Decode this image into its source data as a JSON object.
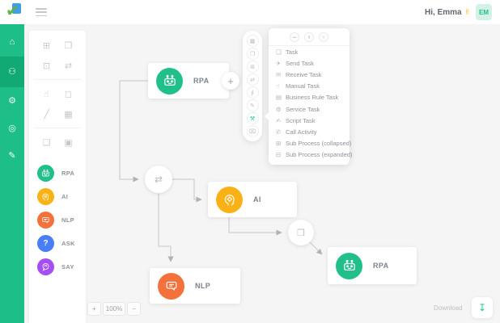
{
  "topbar": {
    "greeting": "Hi, Emma",
    "wave_icon": "✌",
    "avatar_initials": "EM",
    "logo_check": "✔"
  },
  "rail": {
    "items": [
      {
        "name": "home-icon",
        "glyph": "⌂",
        "active": false
      },
      {
        "name": "bot-icon",
        "glyph": "⚇",
        "active": true
      },
      {
        "name": "settings-icon",
        "glyph": "⚙",
        "active": false
      },
      {
        "name": "search-doc-icon",
        "glyph": "◎",
        "active": false
      },
      {
        "name": "pen-icon",
        "glyph": "✎",
        "active": false
      }
    ]
  },
  "palette": {
    "tools": [
      {
        "name": "create-shape-icon",
        "glyph": "⊞"
      },
      {
        "name": "copy-shape-icon",
        "glyph": "❐"
      },
      {
        "name": "append-shape-icon",
        "glyph": "⊡"
      },
      {
        "name": "branch-icon",
        "glyph": "⇄"
      },
      {
        "name": "hand-tool-icon",
        "glyph": "☝"
      },
      {
        "name": "lasso-tool-icon",
        "glyph": "◻"
      },
      {
        "name": "line-tool-icon",
        "glyph": "╱"
      },
      {
        "name": "group-tool-icon",
        "glyph": "▦"
      },
      {
        "name": "new-file-icon",
        "glyph": "❏"
      },
      {
        "name": "snapshot-icon",
        "glyph": "▣"
      }
    ],
    "nodes": [
      {
        "label": "RPA",
        "color": "#21c08b"
      },
      {
        "label": "AI",
        "color": "#f9b115"
      },
      {
        "label": "NLP",
        "color": "#f4713b"
      },
      {
        "label": "ASK",
        "color": "#4a7df8",
        "glyph": "?"
      },
      {
        "label": "SAY",
        "color": "#a54ef2"
      }
    ]
  },
  "canvas": {
    "plus_button": "+",
    "gateway_icon": "⇄",
    "copy_icon": "❐",
    "nodes": {
      "rpa1": {
        "label": "RPA"
      },
      "ai": {
        "label": "AI"
      },
      "nlp": {
        "label": "NLP"
      },
      "rpa2": {
        "label": "RPA"
      }
    }
  },
  "toolbar": {
    "items": [
      {
        "name": "screen-icon",
        "glyph": "▦"
      },
      {
        "name": "copy-icon",
        "glyph": "❐"
      },
      {
        "name": "add-element-icon",
        "glyph": "⊞"
      },
      {
        "name": "connect-icon",
        "glyph": "⇄"
      },
      {
        "name": "attach-icon",
        "glyph": "∮"
      },
      {
        "name": "edit-icon",
        "glyph": "✎"
      },
      {
        "name": "wrench-icon",
        "glyph": "⚒",
        "active": true
      },
      {
        "name": "delete-icon",
        "glyph": "⌧"
      }
    ]
  },
  "context_menu": {
    "header_buttons": [
      {
        "name": "option-circle-1",
        "glyph": "▬"
      },
      {
        "name": "option-circle-2",
        "glyph": "▮"
      },
      {
        "name": "option-circle-3",
        "glyph": "◎"
      }
    ],
    "items": [
      {
        "label": "Task",
        "glyph": "❏"
      },
      {
        "label": "Send Task",
        "glyph": "✈"
      },
      {
        "label": "Receive Task",
        "glyph": "✉"
      },
      {
        "label": "Manual Task",
        "glyph": "☝"
      },
      {
        "label": "Business Rule Task",
        "glyph": "▤"
      },
      {
        "label": "Service Task",
        "glyph": "⚙"
      },
      {
        "label": "Script Task",
        "glyph": "✍"
      },
      {
        "label": "Call Activity",
        "glyph": "✆"
      },
      {
        "label": "Sub Process (collapsed)",
        "glyph": "⊞"
      },
      {
        "label": "Sub Process (expanded)",
        "glyph": "⊟"
      }
    ]
  },
  "zoom_controls": {
    "zoom_in": "+",
    "level": "100%",
    "zoom_out": "−"
  },
  "footer": {
    "download_label": "Download",
    "download_icon": "↧"
  },
  "colors": {
    "sidebar_green": "#1dbe87",
    "accent_teal": "#2cc3a0",
    "rpa_green": "#21c08b",
    "ai_amber": "#f9b115",
    "nlp_orange": "#f4713b",
    "ask_blue": "#4a7df8",
    "say_purple": "#a54ef2"
  }
}
